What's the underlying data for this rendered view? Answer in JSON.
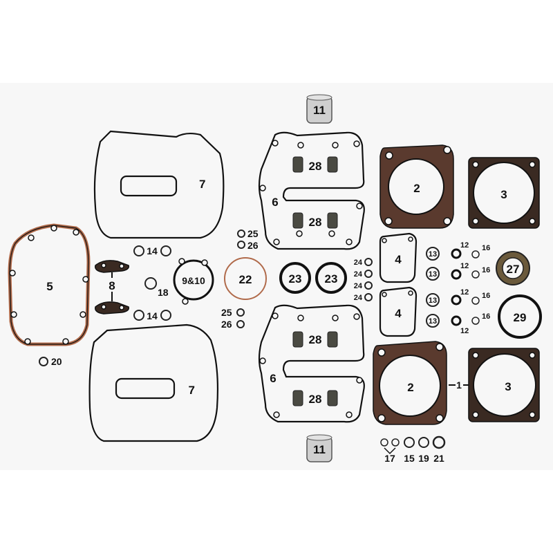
{
  "parts": {
    "p1": "1",
    "p2": "2",
    "p3": "3",
    "p4": "4",
    "p5": "5",
    "p6": "6",
    "p7": "7",
    "p8": "8",
    "p9_10": "9&10",
    "p11": "11",
    "p12": "12",
    "p13": "13",
    "p14": "14",
    "p15": "15",
    "p16": "16",
    "p17": "17",
    "p18": "18",
    "p19": "19",
    "p20": "20",
    "p21": "21",
    "p22": "22",
    "p23": "23",
    "p24": "24",
    "p25": "25",
    "p26": "26",
    "p27": "27",
    "p28": "28",
    "p29": "29"
  },
  "colors": {
    "background": "#f7f7f7",
    "gasket_outline": "#111111",
    "copper_gasket": "#b06a4a",
    "head_gasket_fill": "#3a2a22",
    "seal_fill": "#6b5a3c"
  }
}
